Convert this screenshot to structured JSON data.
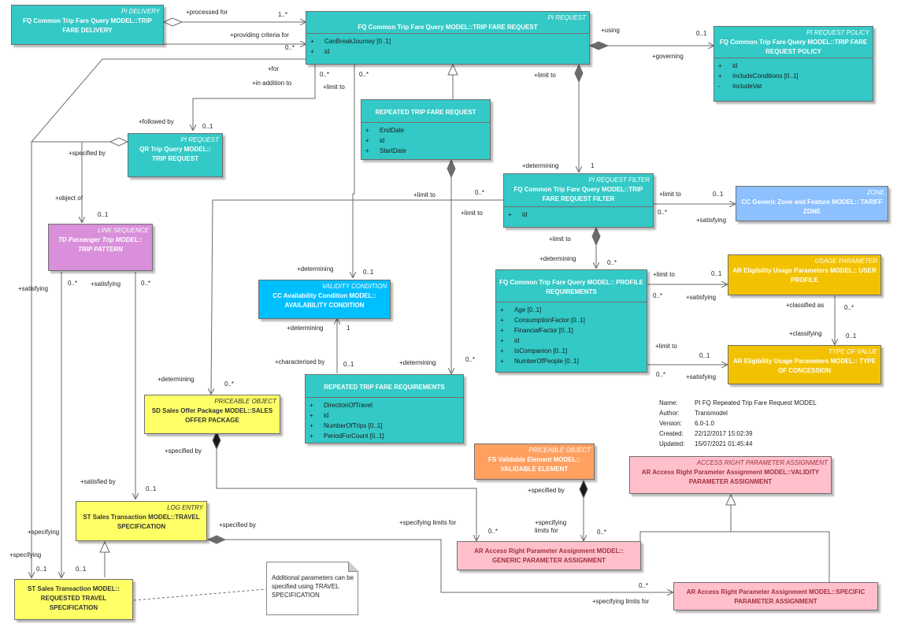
{
  "classes": {
    "delivery": {
      "stereotype": "PI DELIVERY",
      "name": "FQ Common Trip Fare Query MODEL::TRIP FARE DELIVERY"
    },
    "request": {
      "stereotype": "PI REQUEST",
      "name": "FQ Common Trip Fare Query MODEL::TRIP FARE REQUEST",
      "attrs": [
        {
          "v": "+",
          "t": "CanBreakJourney [0..1]"
        },
        {
          "v": "+",
          "t": "id"
        }
      ]
    },
    "policy": {
      "stereotype": "PI REQUEST POLICY",
      "name": "FQ Common Trip Fare Query MODEL::TRIP FARE REQUEST POLICY",
      "attrs": [
        {
          "v": "+",
          "t": "id"
        },
        {
          "v": "+",
          "t": "IncludeConditions [0..1]"
        },
        {
          "v": "-",
          "t": "IncludeVat"
        }
      ]
    },
    "repeated": {
      "name": "REPEATED TRIP FARE REQUEST",
      "attrs": [
        {
          "v": "+",
          "t": "EndDate"
        },
        {
          "v": "+",
          "t": "id"
        },
        {
          "v": "+",
          "t": "StartDate"
        }
      ]
    },
    "qr": {
      "stereotype": "PI REQUEST",
      "name": "QR Trip Query MODEL:: TRIP REQUEST"
    },
    "filter": {
      "stereotype": "PI REQUEST FILTER",
      "name": "FQ Common Trip Fare Query MODEL::TRIP FARE REQUEST FILTER",
      "attrs": [
        {
          "v": "+",
          "t": "id"
        }
      ]
    },
    "zone": {
      "stereotype": "ZONE",
      "name": "CC Generic Zone and Feature MODEL:: TARIFF ZONE"
    },
    "pattern": {
      "stereotype": "LINK SEQUENCE",
      "name": "TD Passenger Trip MODEL:: TRIP PATTERN"
    },
    "validity": {
      "stereotype": "VALIDITY CONDITION",
      "name": "CC Availability Condition MODEL:: AVAILABILITY CONDITION"
    },
    "profile": {
      "name": "FQ Common Trip Fare Query MODEL:: PROFILE REQUIREMENTS",
      "attrs": [
        {
          "v": "+",
          "t": "Age [0..1]"
        },
        {
          "v": "+",
          "t": "ConsumptionFactor [0..1]"
        },
        {
          "v": "+",
          "t": "FinancialFactor [0..1]"
        },
        {
          "v": "+",
          "t": "id"
        },
        {
          "v": "+",
          "t": "IsCompanion [0..1]"
        },
        {
          "v": "+",
          "t": "NumberOfPeople [0..1]"
        }
      ]
    },
    "userprofile": {
      "stereotype": "USAGE PARAMETER",
      "name": "AR Eligibility Usage Parameters MODEL:: USER PROFILE"
    },
    "concession": {
      "stereotype": "TYPE OF VALUE",
      "name": "AR Eligibility Usage Parameters MODEL:: TYPE OF CONCESSION"
    },
    "requirements": {
      "name": "REPEATED TRIP FARE REQUIREMENTS",
      "attrs": [
        {
          "v": "+",
          "t": "DirectionOfTravel"
        },
        {
          "v": "+",
          "t": "id"
        },
        {
          "v": "+",
          "t": "NumberOfTrips [0..1]"
        },
        {
          "v": "+",
          "t": "PeriodForCount [0..1]"
        }
      ]
    },
    "offer": {
      "stereotype": "PRICEABLE OBJECT",
      "name": "SD Sales Offer Package MODEL::SALES OFFER PACKAGE"
    },
    "validable": {
      "stereotype": "PRICEABLE OBJECT",
      "name": "FS Validable Element MODEL:: VALIDABLE ELEMENT"
    },
    "validityparam": {
      "stereotype": "ACCESS RIGHT PARAMETER ASSIGNMENT",
      "name": "AR Access Right Parameter Assignment MODEL::VALIDITY PARAMETER ASSIGNMENT"
    },
    "travelspec": {
      "stereotype": "LOG ENTRY",
      "name": "ST Sales Transaction MODEL::TRAVEL SPECIFICATION"
    },
    "generic": {
      "name": "AR Access Right Parameter Assignment MODEL:: GENERIC PARAMETER ASSIGNMENT"
    },
    "reqtravel": {
      "name": "ST Sales Transaction MODEL:: REQUESTED TRAVEL SPECIFICATION"
    },
    "specific": {
      "name": "AR Access Right Parameter Assignment MODEL::SPECIFIC PARAMETER ASSIGNMENT"
    }
  },
  "labels": [
    "+processed for",
    "1..*",
    "+providing criteria for",
    "0..*",
    "+using",
    "0..1",
    "+governing",
    "+for",
    "+in addition to",
    "0..*",
    "0..*",
    "+limit to",
    "+limit to",
    "+followed by",
    "0..1",
    "+specified by",
    "+object of",
    "0..1",
    "+determining",
    "1",
    "+limit to",
    "0..*",
    "+limit to",
    "+limit to",
    "0..1",
    "0..*",
    "+satisfying",
    "+limit to",
    "+determining",
    "0..*",
    "+satisfying",
    "0..*",
    "+satisfying",
    "0..*",
    "+determining",
    "0..1",
    "+limit to",
    "0..1",
    "0..*",
    "+satisfying",
    "+classified as",
    "0..*",
    "+classifying",
    "0..1",
    "+limit to",
    "0..1",
    "0..*",
    "+satisfying",
    "+determining",
    "1",
    "+characterised by",
    "0..1",
    "+determining",
    "0..*",
    "+determining",
    "0..*",
    "+specified by",
    "+satisfied by",
    "0..1",
    "+specified by",
    "+specifying",
    "+specifying",
    "0..1",
    "0..1",
    "+specifying limits for",
    "0..*",
    "+specified by",
    "+specifying limits for",
    "0..*",
    "+specifying limits for",
    "0..*"
  ],
  "note": "Additional parameters can be specified using TRAVEL SPECIFICATION",
  "meta": [
    {
      "k": "Name:",
      "v": "PI FQ Repeated Trip Fare Request MODEL"
    },
    {
      "k": "Author:",
      "v": "Transmodel"
    },
    {
      "k": "Version:",
      "v": "6.0-1.0"
    },
    {
      "k": "Created:",
      "v": "22/12/2017 15:02:39"
    },
    {
      "k": "Updated:",
      "v": "15/07/2021 01:45:44"
    }
  ],
  "colors": {
    "teal": "#33c9c6",
    "purple": "#d98fd9",
    "blue": "#00bfff",
    "zone": "#8cc0ff",
    "gold": "#f2c200",
    "yellow": "#ffff66",
    "pink": "#ffc0cb",
    "peach": "#ffa060",
    "line": "#6b6b6b"
  }
}
